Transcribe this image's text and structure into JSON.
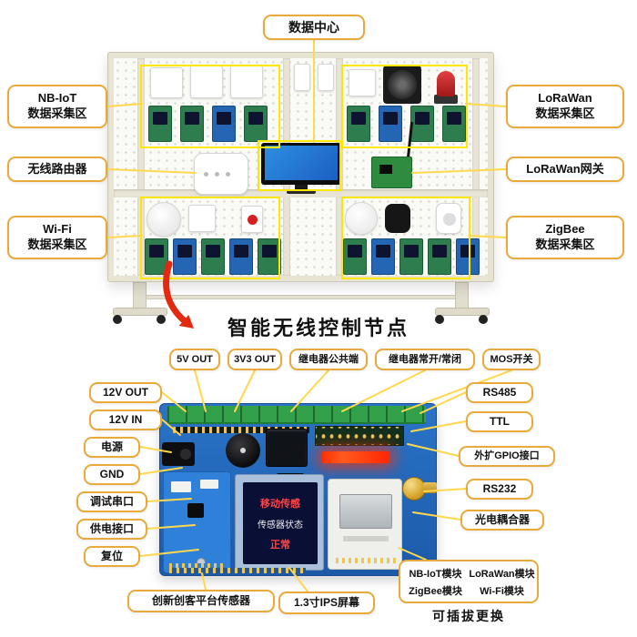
{
  "top": {
    "data_center": "数据中心",
    "left_labels": [
      {
        "text": "NB-IoT\n数据采集区"
      },
      {
        "text": "无线路由器"
      },
      {
        "text": "Wi-Fi\n数据采集区"
      }
    ],
    "right_labels": [
      {
        "text": "LoRaWan\n数据采集区"
      },
      {
        "text": "LoRaWan网关"
      },
      {
        "text": "ZigBee\n数据采集区"
      }
    ]
  },
  "section_title": "智能无线控制节点",
  "board": {
    "top_labels": [
      "5V OUT",
      "3V3 OUT",
      "继电器公共端",
      "继电器常开/常闭",
      "MOS开关"
    ],
    "left_labels": [
      "12V OUT",
      "12V IN",
      "电源",
      "GND",
      "调试串口",
      "供电接口",
      "复位"
    ],
    "right_labels": [
      "RS485",
      "TTL",
      "外扩GPIO接口",
      "RS232",
      "光电耦合器"
    ],
    "bottom_labels": [
      "创新创客平台传感器",
      "1.3寸IPS屏幕"
    ],
    "screen": {
      "line1": "移动传感",
      "line2": "传感器状态",
      "line3": "正常"
    },
    "modules": {
      "items": [
        "NB-IoT模块",
        "LoRaWan模块",
        "ZigBee模块",
        "Wi-Fi模块"
      ],
      "note": "可插拔更换"
    }
  },
  "colors": {
    "callout_border": "#E9A93B",
    "connector_line": "#FFD84D",
    "highlight_box": "#FFE600",
    "arrow_red": "#E32A10",
    "pcb_blue": "#2A74C8",
    "terminal_green": "#33A04A"
  }
}
